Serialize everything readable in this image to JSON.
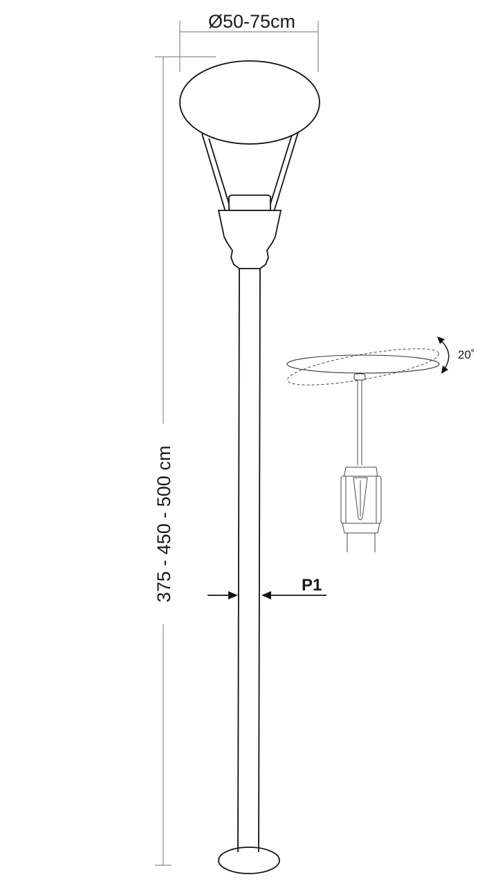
{
  "diameter_label": "Ø50-75cm",
  "height_label": "375 - 450 - 500 cm",
  "tilt_label": "20˚",
  "pole_code": "P1"
}
